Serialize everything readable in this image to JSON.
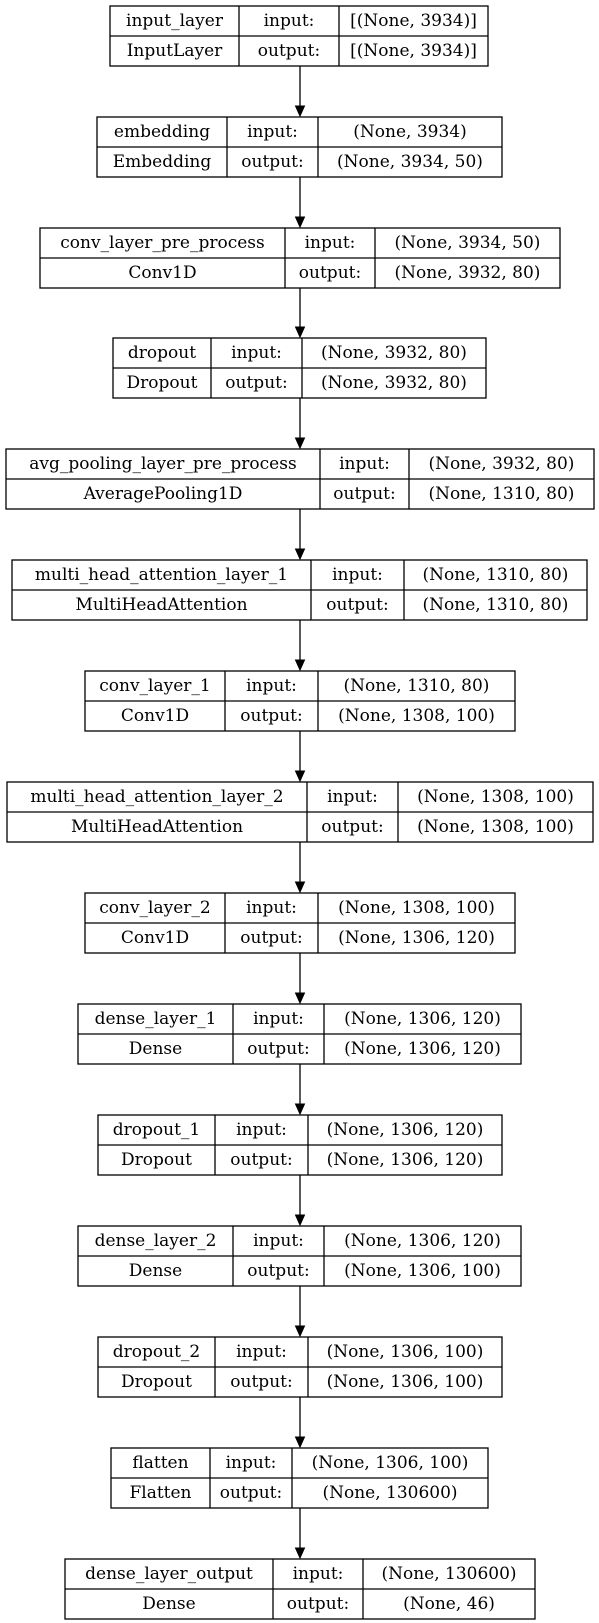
{
  "layers": [
    {
      "name": "input_layer",
      "class_name": "InputLayer",
      "input_label": "input:",
      "output_label": "output:",
      "input_shape": "[(None, 3934)]",
      "output_shape": "[(None, 3934)]"
    },
    {
      "name": "embedding",
      "class_name": "Embedding",
      "input_label": "input:",
      "output_label": "output:",
      "input_shape": "(None, 3934)",
      "output_shape": "(None, 3934, 50)"
    },
    {
      "name": "conv_layer_pre_process",
      "class_name": "Conv1D",
      "input_label": "input:",
      "output_label": "output:",
      "input_shape": "(None, 3934, 50)",
      "output_shape": "(None, 3932, 80)"
    },
    {
      "name": "dropout",
      "class_name": "Dropout",
      "input_label": "input:",
      "output_label": "output:",
      "input_shape": "(None, 3932, 80)",
      "output_shape": "(None, 3932, 80)"
    },
    {
      "name": "avg_pooling_layer_pre_process",
      "class_name": "AveragePooling1D",
      "input_label": "input:",
      "output_label": "output:",
      "input_shape": "(None, 3932, 80)",
      "output_shape": "(None, 1310, 80)"
    },
    {
      "name": "multi_head_attention_layer_1",
      "class_name": "MultiHeadAttention",
      "input_label": "input:",
      "output_label": "output:",
      "input_shape": "(None, 1310, 80)",
      "output_shape": "(None, 1310, 80)"
    },
    {
      "name": "conv_layer_1",
      "class_name": "Conv1D",
      "input_label": "input:",
      "output_label": "output:",
      "input_shape": "(None, 1310, 80)",
      "output_shape": "(None, 1308, 100)"
    },
    {
      "name": "multi_head_attention_layer_2",
      "class_name": "MultiHeadAttention",
      "input_label": "input:",
      "output_label": "output:",
      "input_shape": "(None, 1308, 100)",
      "output_shape": "(None, 1308, 100)"
    },
    {
      "name": "conv_layer_2",
      "class_name": "Conv1D",
      "input_label": "input:",
      "output_label": "output:",
      "input_shape": "(None, 1308, 100)",
      "output_shape": "(None, 1306, 120)"
    },
    {
      "name": "dense_layer_1",
      "class_name": "Dense",
      "input_label": "input:",
      "output_label": "output:",
      "input_shape": "(None, 1306, 120)",
      "output_shape": "(None, 1306, 120)"
    },
    {
      "name": "dropout_1",
      "class_name": "Dropout",
      "input_label": "input:",
      "output_label": "output:",
      "input_shape": "(None, 1306, 120)",
      "output_shape": "(None, 1306, 120)"
    },
    {
      "name": "dense_layer_2",
      "class_name": "Dense",
      "input_label": "input:",
      "output_label": "output:",
      "input_shape": "(None, 1306, 120)",
      "output_shape": "(None, 1306, 100)"
    },
    {
      "name": "dropout_2",
      "class_name": "Dropout",
      "input_label": "input:",
      "output_label": "output:",
      "input_shape": "(None, 1306, 100)",
      "output_shape": "(None, 1306, 100)"
    },
    {
      "name": "flatten",
      "class_name": "Flatten",
      "input_label": "input:",
      "output_label": "output:",
      "input_shape": "(None, 1306, 100)",
      "output_shape": "(None, 130600)"
    },
    {
      "name": "dense_layer_output",
      "class_name": "Dense",
      "input_label": "input:",
      "output_label": "output:",
      "input_shape": "(None, 130600)",
      "output_shape": "(None, 46)"
    }
  ]
}
